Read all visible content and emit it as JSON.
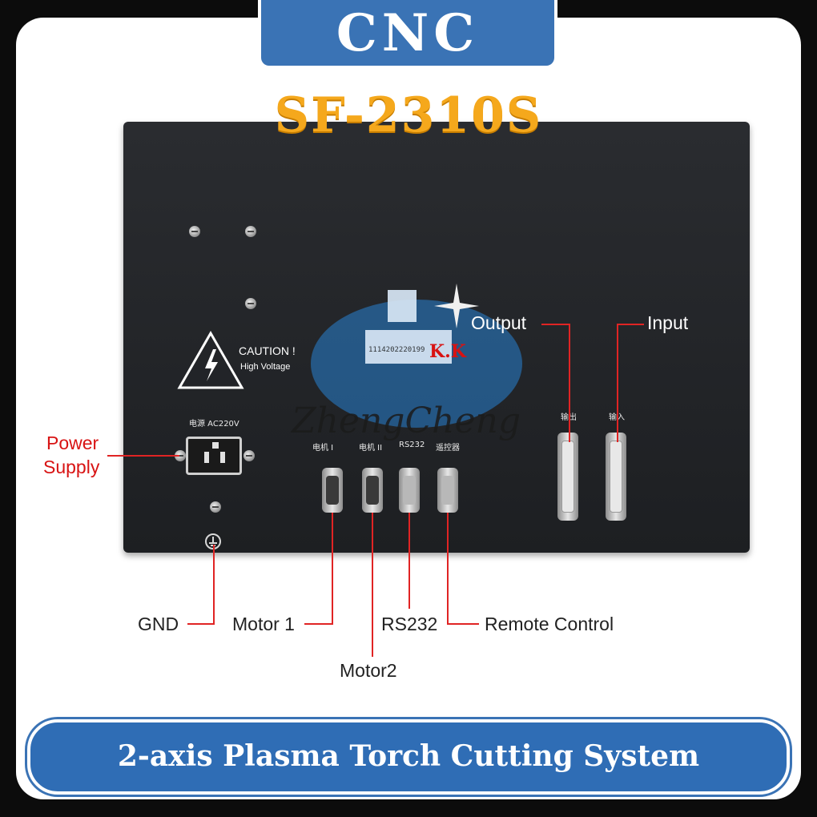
{
  "header": {
    "brand": "CNC",
    "model": "SF-2310S"
  },
  "panel": {
    "caution_title": "CAUTION !",
    "caution_subtitle": "High Voltage",
    "power_label": "电源  AC220V",
    "port_motor1": "电机 I",
    "port_motor2": "电机 II",
    "port_rs232": "RS232",
    "port_remote": "遥控器",
    "port_output": "输出",
    "port_input": "输入",
    "logo_text": "ZhengCheng",
    "logo_badge": "K.K",
    "sticker_code": "1114202220199"
  },
  "callouts": {
    "output": "Output",
    "input": "Input",
    "power_supply_line1": "Power",
    "power_supply_line2": "Supply",
    "gnd": "GND",
    "motor1": "Motor 1",
    "motor2": "Motor2",
    "rs232": "RS232",
    "remote_control": "Remote Control"
  },
  "footer": {
    "title": "2-axis Plasma Torch Cutting System"
  },
  "colors": {
    "accent_blue": "#3a73b5",
    "model_orange": "#f5a81c",
    "callout_red": "#e02424"
  }
}
